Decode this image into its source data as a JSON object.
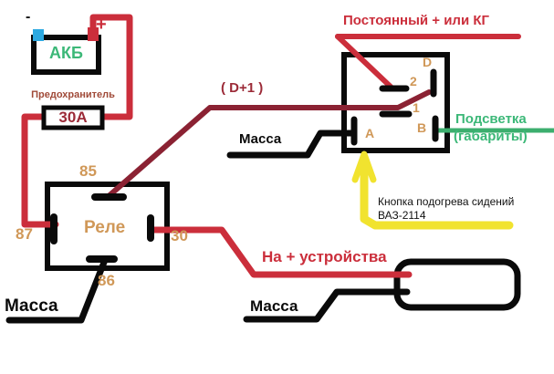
{
  "battery": {
    "label": "АКБ",
    "plus": "+",
    "minus": "-"
  },
  "fuse": {
    "title": "Предохранитель",
    "rating": "30А"
  },
  "relay": {
    "label": "Реле",
    "pins": {
      "p85": "85",
      "p87": "87",
      "p30": "30",
      "p86": "86"
    }
  },
  "switch": {
    "pins": {
      "d": "D",
      "p2": "2",
      "p1": "1",
      "a": "A",
      "b": "B"
    }
  },
  "wires": {
    "permanent_plus": "Постоянный + или КГ",
    "d_plus": "( D+1 )",
    "backlight_line1": "Подсветка",
    "backlight_line2": "(габариты)",
    "ground_mid": "Масса",
    "ground_left": "Масса",
    "ground_right": "Масса",
    "to_device": "На + устройства"
  },
  "annotation": {
    "line1": "Кнопка подогрева сидений",
    "line2": "ВАЗ-2114"
  },
  "colors": {
    "red": "#cb2e3b",
    "maroon": "#8b2233",
    "darkred": "#9c2b38",
    "green": "#3cb878",
    "green_wire": "#3cae6e",
    "orange": "#d09858",
    "brown": "#a04a38",
    "yellow": "#f1e32f",
    "blue": "#2da9e1",
    "black": "#0a0a0a"
  }
}
